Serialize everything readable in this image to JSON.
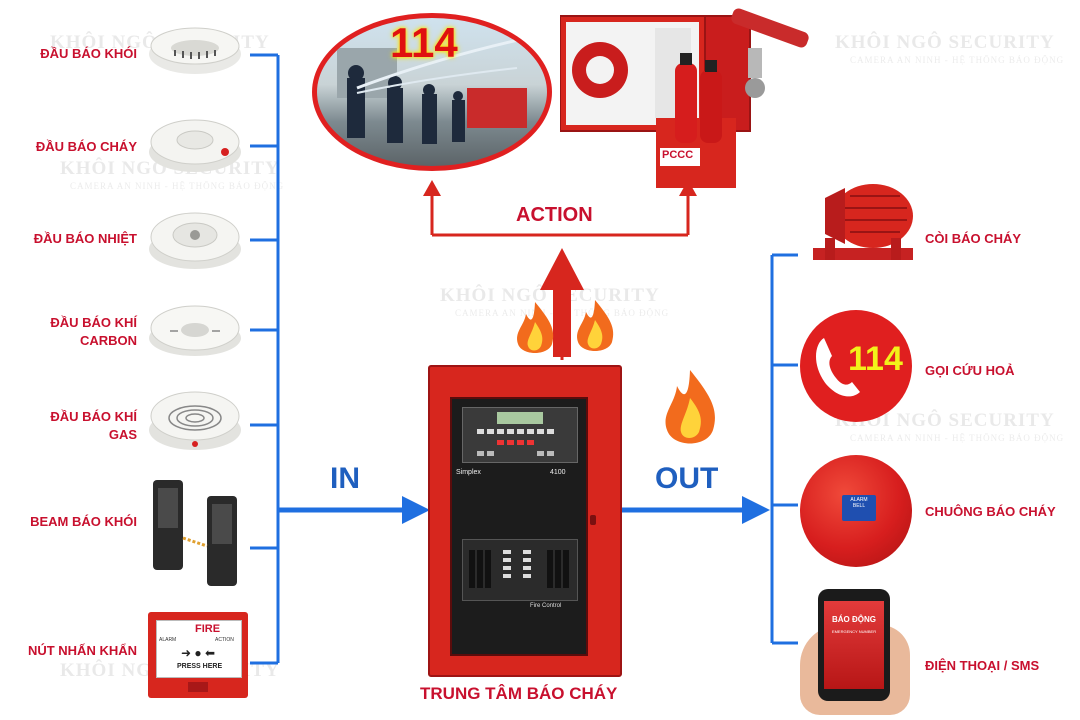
{
  "watermark": {
    "brand": "KHÔI NGÔ SECURITY",
    "tagline": "CAMERA AN NINH - HỆ THỐNG BÁO ĐỘNG"
  },
  "inputs": [
    {
      "label": "ĐẦU BÁO KHÓI",
      "icon": "smoke-detector-icon"
    },
    {
      "label": "ĐẦU BÁO CHÁY",
      "icon": "fire-detector-icon"
    },
    {
      "label": "ĐẦU BÁO NHIỆT",
      "icon": "heat-detector-icon"
    },
    {
      "label_line1": "ĐẦU BÁO KHÍ",
      "label_line2": "CARBON",
      "icon": "carbon-gas-detector-icon"
    },
    {
      "label_line1": "ĐẦU BÁO KHÍ",
      "label_line2": "GAS",
      "icon": "gas-detector-icon"
    },
    {
      "label": "BEAM BÁO KHÓI",
      "icon": "beam-detector-icon"
    },
    {
      "label": "NÚT NHẤN KHẨN",
      "icon": "manual-call-point-icon"
    }
  ],
  "manual_call_point": {
    "fire_text": "FIRE",
    "alarm": "ALARM",
    "action": "ACTION",
    "press": "PRESS HERE"
  },
  "flow": {
    "in": "IN",
    "out": "OUT",
    "action": "ACTION"
  },
  "panel": {
    "title": "TRUNG TÂM BÁO CHÁY",
    "brand": "Simplex",
    "model": "4100",
    "caption": "Fire Control"
  },
  "top_images": {
    "firefighters_number": "114",
    "pccc": "PCCC"
  },
  "outputs": [
    {
      "label": "CÒI BÁO CHÁY",
      "icon": "siren-icon"
    },
    {
      "label": "GỌI CỨU HOẢ",
      "icon": "call-114-icon",
      "number": "114"
    },
    {
      "label": "CHUÔNG BÁO CHÁY",
      "icon": "alarm-bell-icon",
      "bell_text": "ALARM BELL"
    },
    {
      "label": "ĐIỆN THOẠI / SMS",
      "icon": "phone-sms-icon",
      "phone_title": "BÁO ĐỘNG",
      "phone_sub": "EMERGENCY NUMBER"
    }
  ],
  "colors": {
    "line": "#1f6fe0",
    "red": "#c8102e",
    "panel": "#d7261e"
  }
}
